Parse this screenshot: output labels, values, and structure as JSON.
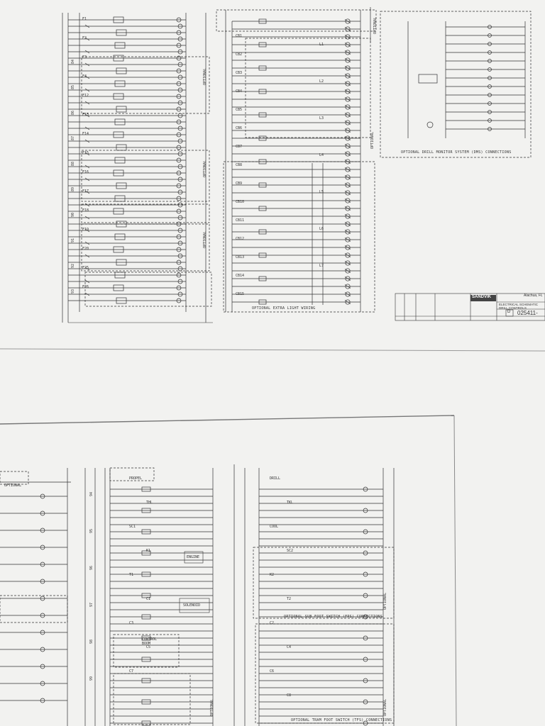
{
  "top_sheet": {
    "section_captions": {
      "extra_light": "OPTIONAL EXTRA LIGHT WIRING",
      "drill_monitor": "OPTIONAL DRILL MONITOR SYSTEM (DMS) CONNECTIONS"
    },
    "optional_tags": [
      "OPTIONAL",
      "OPTIONAL",
      "OPTIONAL",
      "OPTIONAL",
      "OPTIONAL"
    ],
    "rung_numbers": [
      "84",
      "85",
      "86",
      "87",
      "88",
      "89",
      "90",
      "91",
      "92",
      "93"
    ],
    "fuse_labels": [
      "F1",
      "F2",
      "F3",
      "F4",
      "F12",
      "F13",
      "F14",
      "F15",
      "F16",
      "F17",
      "F18",
      "F19",
      "F20",
      "F25",
      "F26"
    ],
    "circuit_breakers": [
      "CB1",
      "CB2",
      "CB3",
      "CB4",
      "CB5",
      "CB6",
      "CB7",
      "CB8",
      "CB9",
      "CB10",
      "CB11",
      "CB12",
      "CB13",
      "CB14",
      "CB15"
    ],
    "lamp_labels": [
      "L1",
      "L2",
      "L3",
      "L4",
      "L5",
      "L6",
      "L7"
    ],
    "title_block": {
      "company": "SANDVIK",
      "title_line1": "ELECTRICAL SCHEMATIC",
      "title_line2": "DRILL CONTROLS",
      "doc_number": "025411-",
      "size": "D",
      "location": "Alachua, FL"
    }
  },
  "bottom_sheet": {
    "section_captions": {
      "sub_feed": "OPTIONAL SUB FOOT SWITCH (FPS) CONNECTIONS",
      "tram_foot": "OPTIONAL TRAM FOOT SWITCH (TFS) CONNECTIONS"
    },
    "box_labels": [
      "SOLENOID",
      "ENGINE",
      "CONTROL",
      "BOOM"
    ],
    "labels": [
      "DRILL",
      "PROPEL",
      "TKL",
      "THL",
      "COOL",
      "SC1",
      "SC2",
      "K1",
      "K2",
      "T1",
      "T2",
      "C1",
      "C2",
      "C3",
      "C4",
      "C5",
      "C6",
      "C7",
      "C8"
    ],
    "optional_tags": [
      "OPTIONAL",
      "OPTIONAL",
      "OPTIONAL",
      "OPTIONAL"
    ],
    "rung_numbers": [
      "94",
      "95",
      "96",
      "97",
      "98",
      "99"
    ]
  }
}
